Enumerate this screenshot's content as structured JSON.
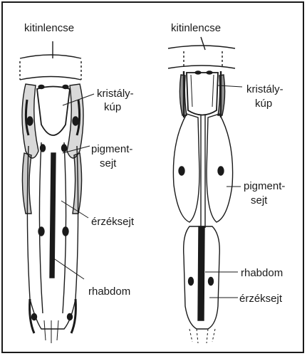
{
  "labels": {
    "left_lens": "kitinlencse",
    "left_cone_1": "kristály-",
    "left_cone_2": "kúp",
    "left_pigment_1": "pigment-",
    "left_pigment_2": "sejt",
    "left_sense": "érzéksejt",
    "left_rhabdom": "rhabdom",
    "right_lens": "kitinlencse",
    "right_cone_1": "kristály-",
    "right_cone_2": "kúp",
    "right_pigment_1": "pigment-",
    "right_pigment_2": "sejt",
    "right_rhabdom": "rhabdom",
    "right_sense": "érzéksejt"
  },
  "colors": {
    "ink": "#1a1a1a",
    "paper": "#ffffff",
    "pigment": "#2b2b2b"
  }
}
